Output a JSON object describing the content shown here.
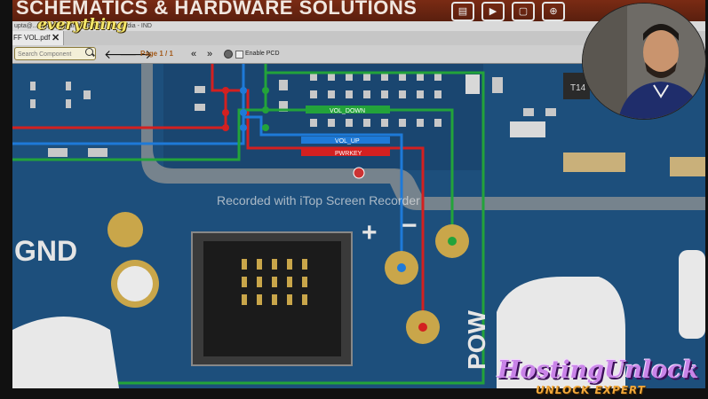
{
  "app": {
    "banner_title": "SCHEMATICS & HARDWARE SOLUTIONS",
    "banner_subtitle": "upta@... Professional x64 Build 7600 - India - IND",
    "logo_overlay_text": "everything",
    "banner_icons": [
      "document-icon",
      "play-icon",
      "sim-icon",
      "zoom-icon"
    ]
  },
  "tabs": [
    {
      "label": "FF VOL.pdf",
      "close": "✕"
    }
  ],
  "toolbar": {
    "search_placeholder": "Search Component",
    "page_label": "Page 1 / 1",
    "enable_pcd_label": "Enable PCD"
  },
  "board": {
    "net_labels": [
      "VOL_DOWN",
      "VOL_UP",
      "PWRKEY"
    ],
    "silkscreen": [
      "GND",
      "+",
      "−",
      "POW"
    ],
    "chip_label": "T14",
    "watermark": "Recorded with iTop Screen Recorder"
  },
  "branding": {
    "line1": "HostingUnlock",
    "line2": "UNLOCK EXPERT"
  },
  "colors": {
    "pcb": "#1f5a8a",
    "trace_red": "#d32020",
    "trace_blue": "#1e7ad8",
    "trace_green": "#23a33a",
    "pad_gold": "#c9a64a"
  }
}
